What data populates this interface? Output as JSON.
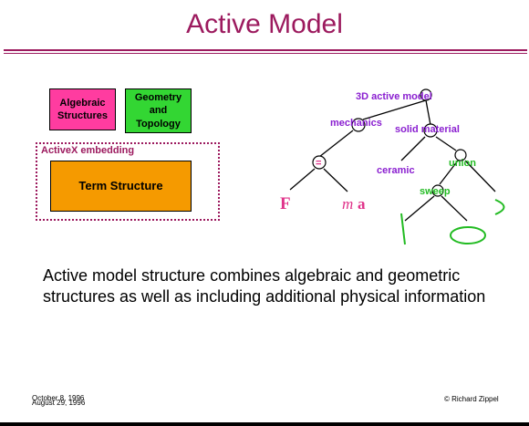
{
  "title": "Active Model",
  "boxes": {
    "algebraic": "Algebraic Structures",
    "geometry": "Geometry and Topology",
    "activex_label": "ActiveX embedding",
    "term": "Term Structure"
  },
  "tree": {
    "root": "3D active model",
    "mechanics": "mechanics",
    "solid_material": "solid material",
    "equals": "=",
    "ceramic": "ceramic",
    "union": "union",
    "sweep": "sweep",
    "leaf_f": "F",
    "leaf_m": "m",
    "leaf_a": "a"
  },
  "body_text": "Active model structure combines algebraic and geometric structures as well as including additional physical information",
  "footer": {
    "date1": "October 8, 1996",
    "date2": "August 29, 1996",
    "author": "© Richard Zippel"
  },
  "colors": {
    "title": "#9c1a5e",
    "node_label": "#8a1fd0",
    "green": "#22bb22",
    "pink": "#e0338a"
  }
}
